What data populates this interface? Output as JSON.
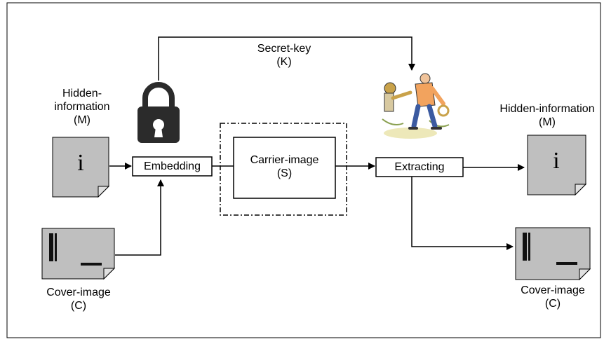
{
  "diagram": {
    "secret_key": {
      "line1": "Secret-key",
      "line2": "(K)"
    },
    "hidden_info_left": {
      "line1": "Hidden-",
      "line2": "information",
      "line3": "(M)"
    },
    "hidden_info_right": {
      "line1": "Hidden-information",
      "line2": "(M)"
    },
    "embedding": {
      "label": "Embedding"
    },
    "carrier": {
      "line1": "Carrier-image",
      "line2": "(S)"
    },
    "extracting": {
      "label": "Extracting"
    },
    "cover_left": {
      "line1": "Cover-image",
      "line2": "(C)"
    },
    "cover_right": {
      "line1": "Cover-image",
      "line2": "(C)"
    },
    "info_glyph": "i"
  },
  "colors": {
    "stroke": "#000000",
    "doc_fill": "#bfbfbf",
    "doc_fold": "#e0e0e0",
    "lock_body": "#2b2b2b",
    "figure_shirt": "#f2a35e",
    "figure_pants": "#3b5aa0",
    "key_gold": "#c9a24a"
  }
}
